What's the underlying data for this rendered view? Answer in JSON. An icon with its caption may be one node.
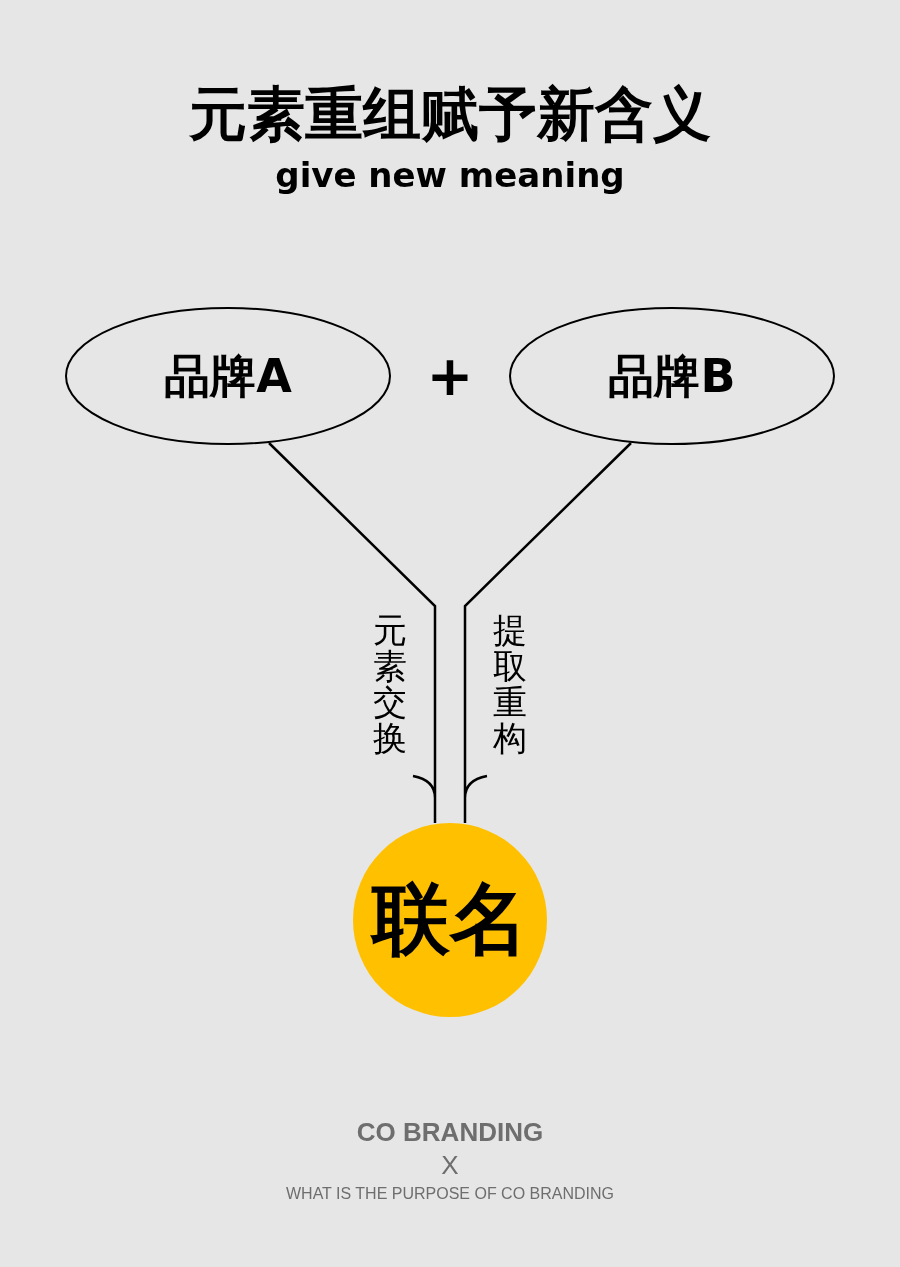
{
  "diagram": {
    "title": "元素重组赋予新含义",
    "nodes": [
      {
        "text": [
          "品牌A"
        ]
      },
      {
        "text": [
          "品牌B"
        ]
      },
      {
        "text": [
          "联名"
        ]
      }
    ],
    "edges": [
      {
        "from": 0,
        "to": 2,
        "arrow": "none",
        "label": "元素交换"
      },
      {
        "from": 1,
        "to": 2,
        "arrow": "none",
        "label": "提取重构"
      }
    ],
    "labels": [
      "give new meaning",
      "+",
      "CO BRANDING",
      "X",
      "WHAT IS THE PURPOSE OF CO BRANDING"
    ]
  }
}
